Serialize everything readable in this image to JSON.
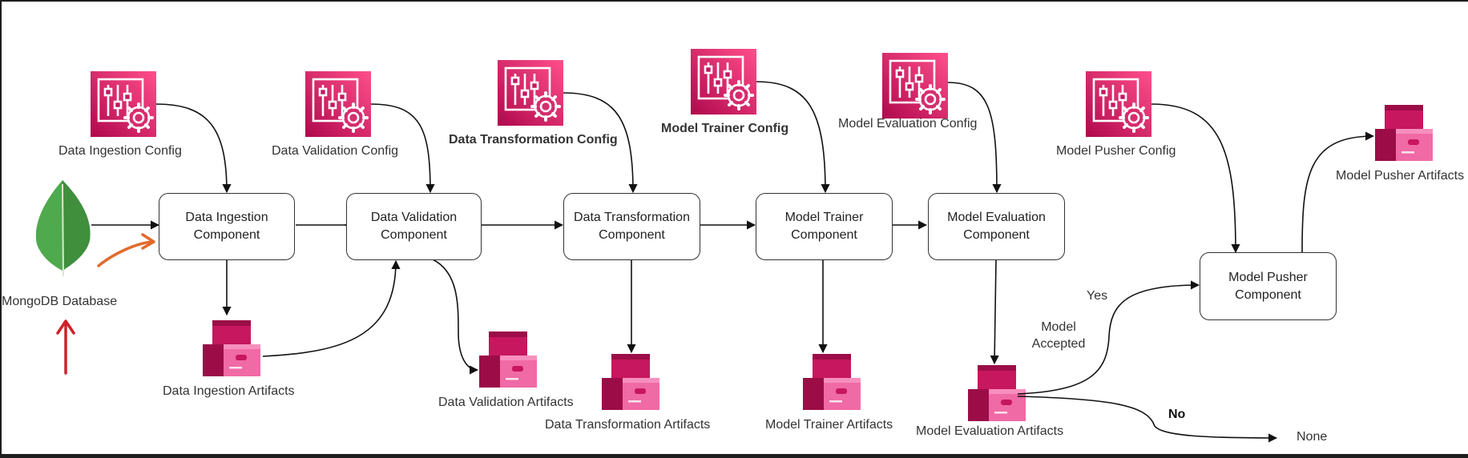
{
  "labels": {
    "mongodb": "MongoDB Database",
    "ingestion_config": "Data Ingestion Config",
    "validation_config": "Data Validation Config",
    "transformation_config": "Data Transformation Config",
    "trainer_config": "Model Trainer Config",
    "evaluation_config": "Model Evaluation Config",
    "pusher_config": "Model Pusher Config",
    "ingestion_artifacts": "Data Ingestion Artifacts",
    "validation_artifacts": "Data Validation Artifacts",
    "transformation_artifacts": "Data Transformation Artifacts",
    "trainer_artifacts": "Model Trainer Artifacts",
    "evaluation_artifacts": "Model Evaluation Artifacts",
    "pusher_artifacts": "Model Pusher Artifacts",
    "yes": "Yes",
    "no": "No",
    "model_accepted_1": "Model",
    "model_accepted_2": "Accepted",
    "none": "None"
  },
  "components": {
    "ingestion": [
      "Data Ingestion",
      "Component"
    ],
    "validation": [
      "Data Validation",
      "Component"
    ],
    "transformation": [
      "Data Transformation",
      "Component"
    ],
    "trainer": [
      "Model Trainer",
      "Component"
    ],
    "evaluation": [
      "Model Evaluation",
      "Component"
    ],
    "pusher": [
      "Model Pusher",
      "Component"
    ]
  },
  "colors": {
    "config_dark": "#b0084d",
    "config_light": "#ff4f8b",
    "artifact_dark": "#b0084d",
    "artifact_mid": "#e7157b",
    "artifact_light": "#f78fbe",
    "mongo_green": "#4fa94d",
    "mongo_dark": "#3c7d3a",
    "annotation_orange": "#e26a2c",
    "annotation_red": "#d0202a",
    "line": "#111111"
  },
  "icons": {
    "config": "settings-sliders-gear-icon",
    "artifact": "stacked-boxes-icon",
    "database": "mongodb-leaf-icon"
  }
}
